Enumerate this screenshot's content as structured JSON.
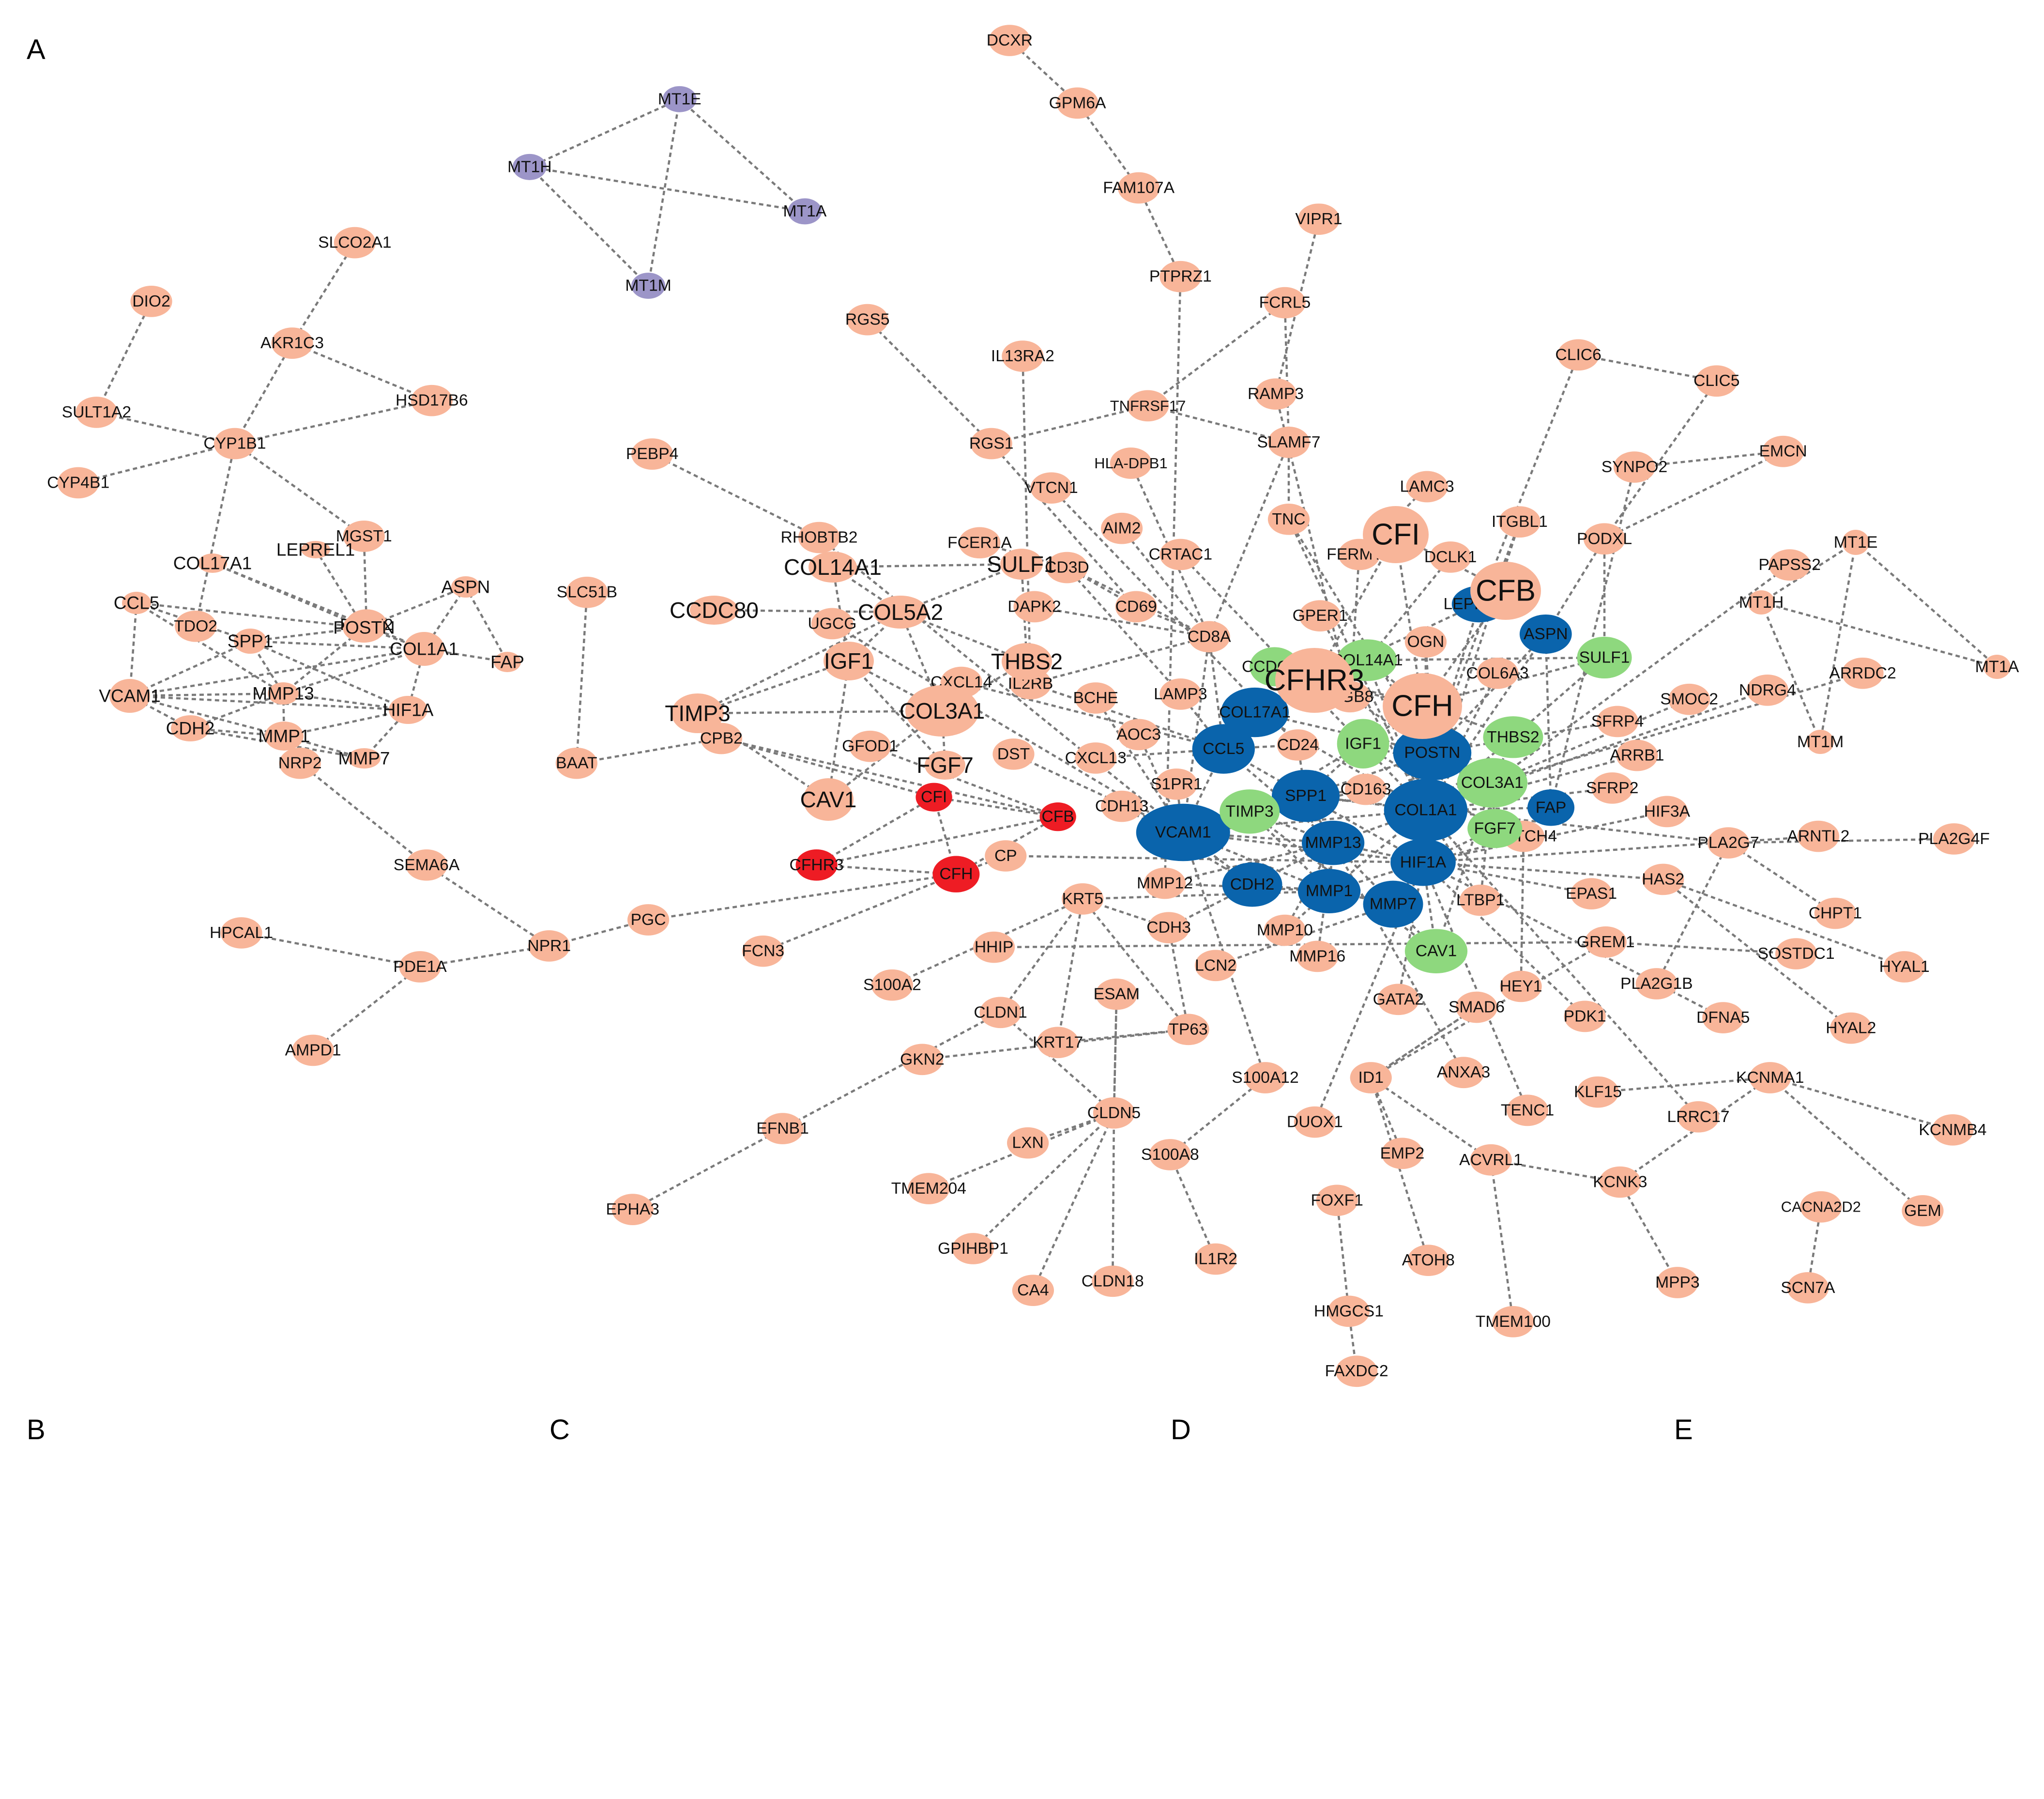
{
  "colors": {
    "default": "#f8b599",
    "red": "#ee1c24",
    "blue": "#0a64ac",
    "green": "#8ed87e",
    "purple": "#9c95c8",
    "edge": "#7a7a7a"
  },
  "panels": [
    "A",
    "B",
    "C",
    "D",
    "E"
  ],
  "groups": {
    "red": [
      "CFI",
      "CFB",
      "CFHR3",
      "CFH"
    ],
    "blue": [
      "VCAM1",
      "COL17A1",
      "CCL5",
      "SPP1",
      "POSTN",
      "COL1A1",
      "MMP13",
      "MMP1",
      "CDH2",
      "HIF1A",
      "MMP7",
      "LEPREL1",
      "ASPN",
      "FAP"
    ],
    "green": [
      "CCDC80",
      "COL14A1",
      "COL5A2",
      "IGF1",
      "THBS2",
      "COL3A1",
      "TIMP3",
      "FGF7",
      "SULF1",
      "CAV1"
    ],
    "purple": [
      "MT1E",
      "MT1H",
      "MT1A",
      "MT1M"
    ]
  },
  "main_network": {
    "nodes": [
      "MT1E",
      "MT1H",
      "MT1A",
      "MT1M",
      "SLCO2A1",
      "DIO2",
      "AKR1C3",
      "HSD17B6",
      "SULT1A2",
      "CYP1B1",
      "CYP4B1",
      "MGST1",
      "TDO2",
      "RTKN2",
      "SLC51B",
      "BAAT",
      "NRP2",
      "SEMA6A",
      "HPCAL1",
      "PDE1A",
      "NPR1",
      "AMPD1",
      "PGC",
      "CPB2",
      "GFOD1",
      "DCXR",
      "GPM6A",
      "FAM107A",
      "VIPR1",
      "PTPRZ1",
      "FCRL5",
      "RGS5",
      "IL13RA2",
      "RAMP3",
      "TNFRSF17",
      "RGS1",
      "SLAMF7",
      "PEBP4",
      "HLA-DPB1",
      "VTCN1",
      "AIM2",
      "RHOBTB2",
      "FCER1A",
      "CD3D",
      "CRTAC1",
      "TNC",
      "LAMC3",
      "FERMT1",
      "DCLK1",
      "ITGBL1",
      "CLIC6",
      "CLIC5",
      "SYNPO2",
      "EMCN",
      "PODXL",
      "PAPSS2",
      "DAPK2",
      "CD69",
      "CD8A",
      "GPER1",
      "OGN",
      "UGCG",
      "CXCL14",
      "IL2RB",
      "LAMP3",
      "BCHE",
      "ITGB8",
      "COL6A3",
      "SMOC2",
      "NDRG4",
      "ARRDC2",
      "SFRP4",
      "ARRB1",
      "AOC3",
      "CD24",
      "CXCL13",
      "DST",
      "S1PR1",
      "CD163",
      "SFRP2",
      "HIF3A",
      "CDH13",
      "PLA2G7",
      "ARNTL2",
      "PLA2G4F",
      "NOTCH4",
      "HAS2",
      "EPAS1",
      "CHPT1",
      "CP",
      "KRT5",
      "MMP12",
      "LTBP1",
      "FCN3",
      "HHIP",
      "CDH3",
      "MMP10",
      "MMP16",
      "LCN2",
      "GREM1",
      "HYAL1",
      "SOSTDC1",
      "S100A2",
      "CLDN1",
      "ESAM",
      "HEY1",
      "PLA2G1B",
      "KRT17",
      "TP63",
      "GATA2",
      "SMAD6",
      "PDK1",
      "DFNA5",
      "HYAL2",
      "GKN2",
      "S100A12",
      "ID1",
      "ANXA3",
      "KCNMA1",
      "KLF15",
      "TENC1",
      "LRRC17",
      "KCNMB4",
      "CLDN5",
      "EFNB1",
      "DUOX1",
      "LXN",
      "S100A8",
      "EMP2",
      "ACVRL1",
      "KCNK3",
      "TMEM204",
      "EPHA3",
      "FOXF1",
      "CACNA2D2",
      "GEM",
      "GPIHBP1",
      "IL1R2",
      "ATOH8",
      "CA4",
      "CLDN18",
      "MPP3",
      "SCN7A",
      "HMGCS1",
      "TMEM100",
      "FAXDC2",
      "CFI",
      "CFB",
      "CFHR3",
      "CFH",
      "VCAM1",
      "COL17A1",
      "CCL5",
      "SPP1",
      "POSTN",
      "COL1A1",
      "MMP13",
      "MMP1",
      "CDH2",
      "HIF1A",
      "MMP7",
      "LEPREL1",
      "ASPN",
      "FAP",
      "CCDC80",
      "COL14A1",
      "COL5A2",
      "IGF1",
      "THBS2",
      "COL3A1",
      "TIMP3",
      "FGF7",
      "SULF1",
      "CAV1"
    ]
  },
  "subnetworks": {
    "B": {
      "nodes": [
        "COL17A1",
        "LEPREL1",
        "ASPN",
        "CCL5",
        "POSTN",
        "SPP1",
        "COL1A1",
        "FAP",
        "VCAM1",
        "MMP13",
        "HIF1A",
        "CDH2",
        "MMP1",
        "MMP7"
      ]
    },
    "C": {
      "nodes": [
        "COL14A1",
        "SULF1",
        "CCDC80",
        "COL5A2",
        "IGF1",
        "THBS2",
        "TIMP3",
        "COL3A1",
        "FGF7",
        "CAV1"
      ]
    },
    "D": {
      "nodes": [
        "CFI",
        "CFB",
        "CFHR3",
        "CFH"
      ]
    },
    "E": {
      "nodes": [
        "MT1E",
        "MT1H",
        "MT1A",
        "MT1M"
      ]
    }
  }
}
